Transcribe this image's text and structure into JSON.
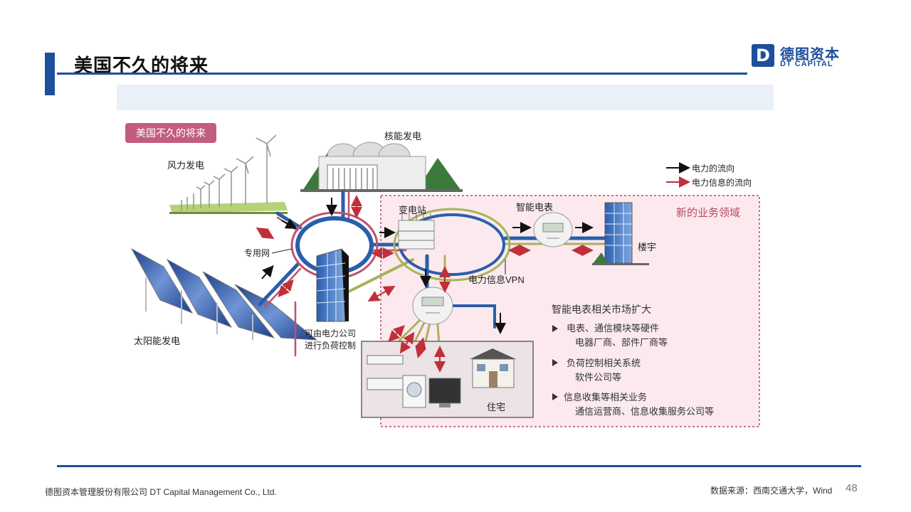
{
  "header": {
    "title": "美国不久的将来",
    "logo_cn": "德图资本",
    "logo_en": "DT CAPITAL",
    "logo_mark": "D"
  },
  "diagram": {
    "tag": "美国不久的将来",
    "wind_label": "风力发电",
    "nuclear_label": "核能发电",
    "solar_label": "太阳能发电",
    "private_grid_label": "专用网",
    "load_control_label_1": "可由电力公司",
    "load_control_label_2": "进行负荷控制",
    "substation_label": "变电站",
    "smart_meter_label": "智能电表",
    "building_label": "楼宇",
    "vpn_label": "电力信息VPN",
    "house_label": "住宅",
    "new_business_label": "新的业务领域",
    "legend": [
      {
        "label": "电力的流向",
        "color": "#111111"
      },
      {
        "label": "电力信息的流向",
        "color": "#c0303a"
      }
    ],
    "market_title": "智能电表相关市场扩大",
    "market_items": [
      {
        "line1": "电表、通信模块等硬件",
        "line2": "电器厂商、部件厂商等"
      },
      {
        "line1": "负荷控制相关系统",
        "line2": "软件公司等"
      },
      {
        "line1": "信息收集等相关业务",
        "line2": "通信运营商、信息收集服务公司等"
      }
    ],
    "colors": {
      "power_ring": "#2a5ea8",
      "info_ring": "#c0506e",
      "vpn_line": "#a7b35a",
      "new_area_bg": "#fbe9ee",
      "tag_bg": "#c25d80"
    }
  },
  "footer": {
    "company": "德图资本管理股份有限公司 DT Capital Management Co., Ltd.",
    "source": "数据来源：西南交通大学，Wind",
    "page": "48"
  }
}
